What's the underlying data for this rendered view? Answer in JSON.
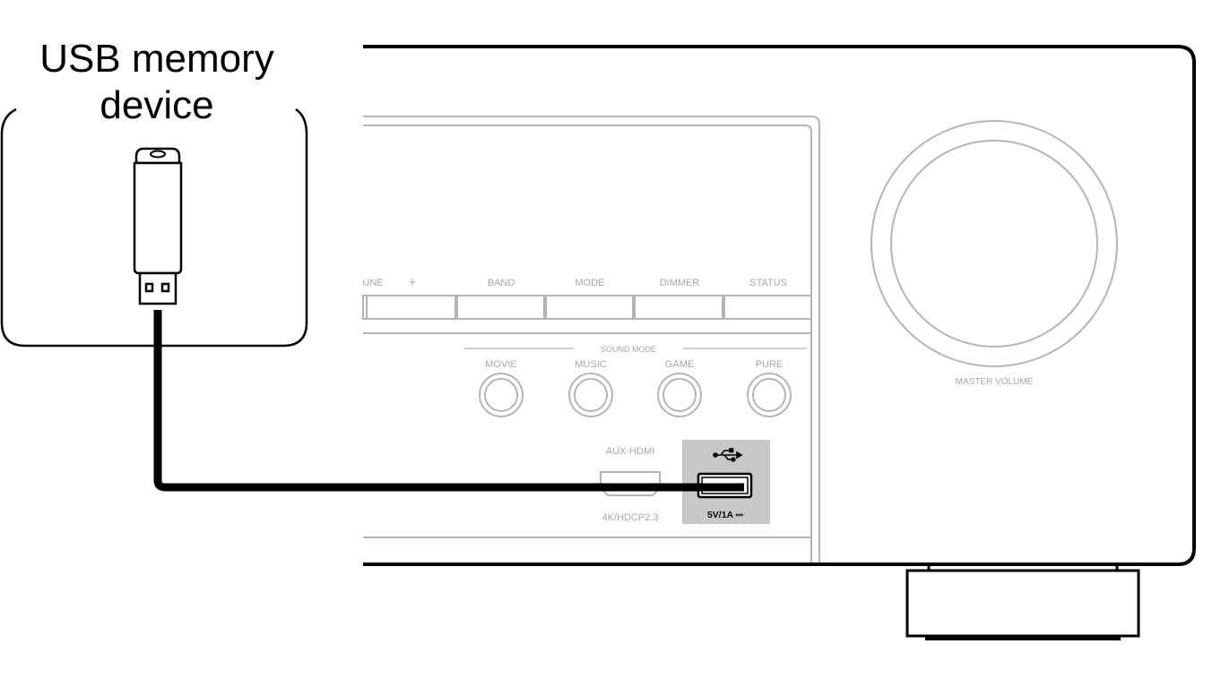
{
  "caption": {
    "line1": "USB memory",
    "line2": "device"
  },
  "receiver": {
    "buttons_row": [
      "UNE",
      "+",
      "BAND",
      "MODE",
      "DIMMER",
      "STATUS"
    ],
    "sound_mode_label": "SOUND MODE",
    "sound_mode_buttons": [
      "MOVIE",
      "MUSIC",
      "GAME",
      "PURE"
    ],
    "aux_hdmi_label": "AUX-HDMI",
    "hdcp_label": "4K/HDCP2.3",
    "usb_rating_label": "5V/1A ⎓",
    "master_volume_label": "MASTER VOLUME"
  },
  "icons": {
    "usb_symbol": "usb-trident-icon",
    "usb_stick": "usb-flash-drive-icon"
  },
  "colors": {
    "line": "#000000",
    "panel_gray": "#b8b8b8",
    "usb_highlight": "#c8c8c8",
    "label_gray": "#999999"
  }
}
